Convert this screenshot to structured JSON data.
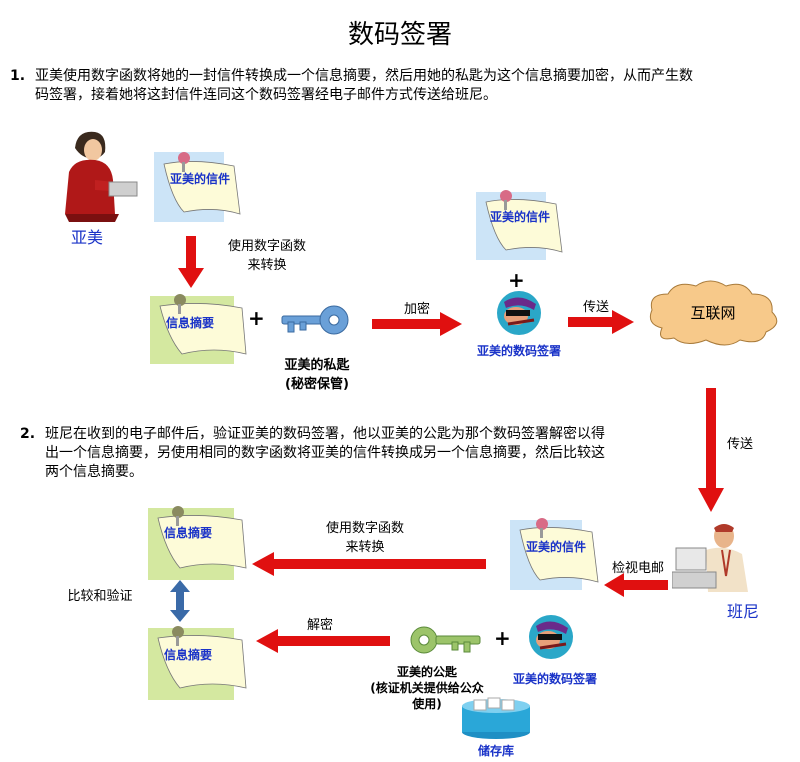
{
  "title": "数码签署",
  "step1": {
    "number": "1.",
    "text_line1": "亚美使用数字函数将她的一封信件转换成一个信息摘要，然后用她的私匙为这个信息摘要加密，从而产生数",
    "text_line2": "码签署，接着她将这封信件连同这个数码签署经电子邮件方式传送给班尼。"
  },
  "step2": {
    "number": "2.",
    "text_line1": "班尼在收到的电子邮件后，验证亚美的数码签署，他以亚美的公匙为那个数码签署解密以得",
    "text_line2": "出一个信息摘要，另使用相同的数字函数将亚美的信件转换成另一个信息摘要，然后比较这",
    "text_line3": "两个信息摘要。"
  },
  "labels": {
    "amy": "亚美",
    "benny": "班尼",
    "amy_letter": "亚美的信件",
    "digest": "信息摘要",
    "hash_line1": "使用数字函数",
    "hash_line2": "来转换",
    "private_key_line1": "亚美的私匙",
    "private_key_line2": "(秘密保管)",
    "encrypt": "加密",
    "send": "传送",
    "internet": "互联网",
    "digital_signature": "亚美的数码签署",
    "plus": "+",
    "check_mail": "检视电邮",
    "compare": "比较和验证",
    "decrypt": "解密",
    "public_key_line1": "亚美的公匙",
    "public_key_line2": "(核证机关提供给公众",
    "public_key_line3": "使用)",
    "repository": "储存库"
  },
  "colors": {
    "arrow_red": "#e01010",
    "note_blue": "#cce4f7",
    "note_green": "#d4e8a0",
    "key_blue": "#6aa0d8",
    "key_green": "#9cc46a",
    "cloud": "#f7c98a",
    "text_blue": "#1a33c8"
  }
}
